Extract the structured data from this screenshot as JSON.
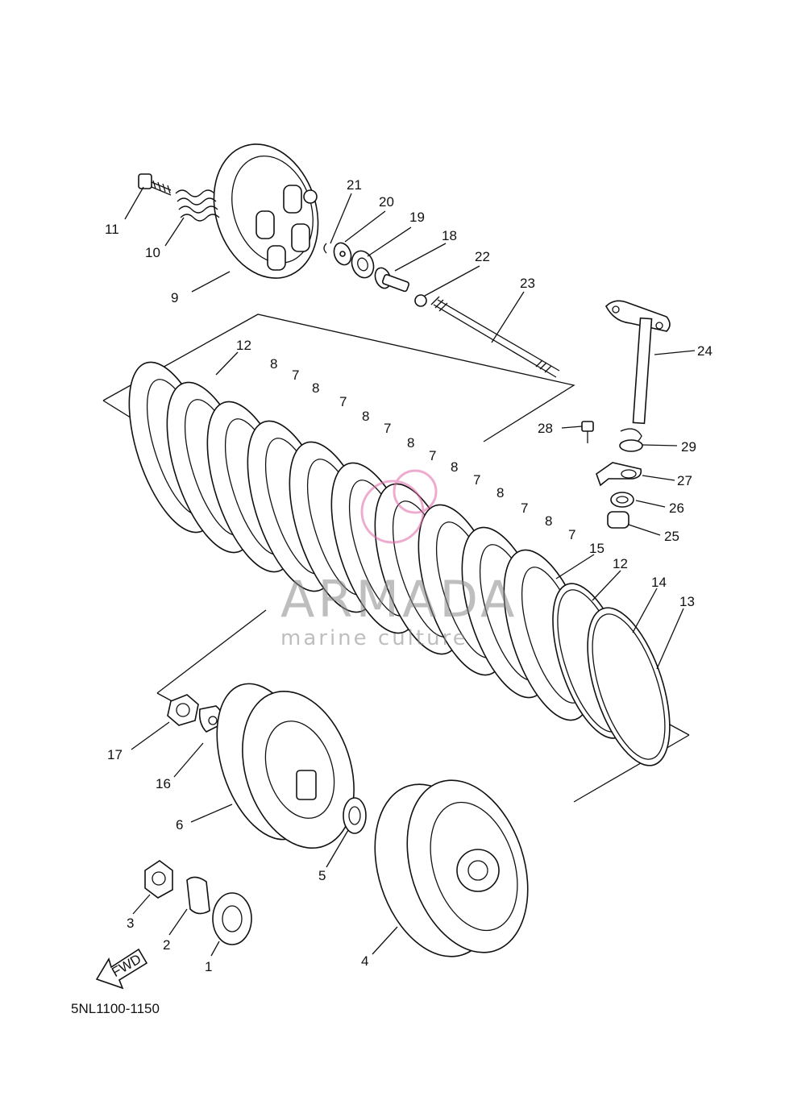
{
  "diagram": {
    "code": "5NL1100-1150",
    "fwd_label": "FWD",
    "watermark": {
      "brand": "ARMADA",
      "sub": "marine culture",
      "color": "#e06aa8"
    },
    "callouts": [
      {
        "id": "1",
        "text": "1"
      },
      {
        "id": "2",
        "text": "2"
      },
      {
        "id": "3",
        "text": "3"
      },
      {
        "id": "4",
        "text": "4"
      },
      {
        "id": "5",
        "text": "5"
      },
      {
        "id": "6",
        "text": "6"
      },
      {
        "id": "7a",
        "text": "7"
      },
      {
        "id": "7b",
        "text": "7"
      },
      {
        "id": "7c",
        "text": "7"
      },
      {
        "id": "7d",
        "text": "7"
      },
      {
        "id": "7e",
        "text": "7"
      },
      {
        "id": "7f",
        "text": "7"
      },
      {
        "id": "7g",
        "text": "7"
      },
      {
        "id": "8a",
        "text": "8"
      },
      {
        "id": "8b",
        "text": "8"
      },
      {
        "id": "8c",
        "text": "8"
      },
      {
        "id": "8d",
        "text": "8"
      },
      {
        "id": "8e",
        "text": "8"
      },
      {
        "id": "8f",
        "text": "8"
      },
      {
        "id": "8g",
        "text": "8"
      },
      {
        "id": "9",
        "text": "9"
      },
      {
        "id": "10",
        "text": "10"
      },
      {
        "id": "11",
        "text": "11"
      },
      {
        "id": "12a",
        "text": "12"
      },
      {
        "id": "12b",
        "text": "12"
      },
      {
        "id": "13",
        "text": "13"
      },
      {
        "id": "14",
        "text": "14"
      },
      {
        "id": "15",
        "text": "15"
      },
      {
        "id": "16",
        "text": "16"
      },
      {
        "id": "17",
        "text": "17"
      },
      {
        "id": "18",
        "text": "18"
      },
      {
        "id": "19",
        "text": "19"
      },
      {
        "id": "20",
        "text": "20"
      },
      {
        "id": "21",
        "text": "21"
      },
      {
        "id": "22",
        "text": "22"
      },
      {
        "id": "23",
        "text": "23"
      },
      {
        "id": "24",
        "text": "24"
      },
      {
        "id": "25",
        "text": "25"
      },
      {
        "id": "26",
        "text": "26"
      },
      {
        "id": "27",
        "text": "27"
      },
      {
        "id": "28",
        "text": "28"
      },
      {
        "id": "29",
        "text": "29"
      }
    ]
  }
}
